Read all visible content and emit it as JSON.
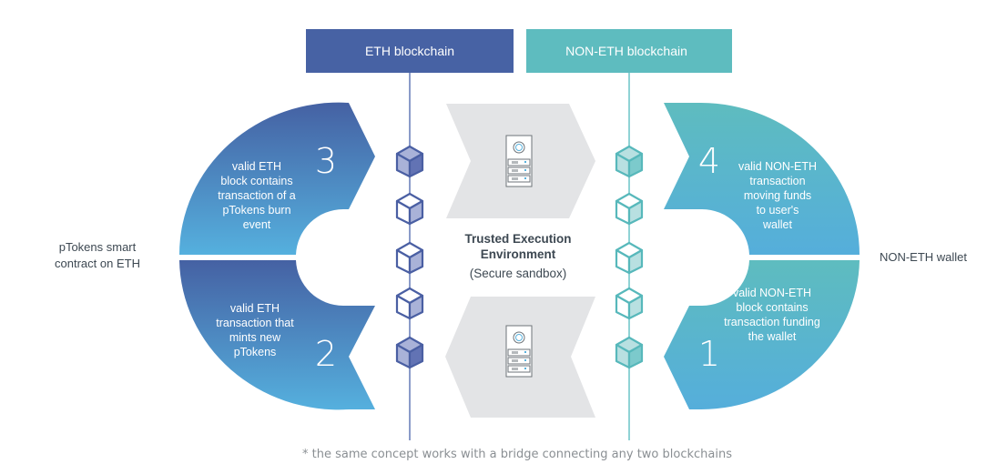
{
  "headers": {
    "eth": {
      "label": "ETH blockchain",
      "color": "#4762a4"
    },
    "non_eth": {
      "label": "NON-ETH blockchain",
      "color": "#5ebcbf"
    }
  },
  "left_label": {
    "lines": [
      "pTokens smart",
      "contract on ETH"
    ]
  },
  "right_label": {
    "lines": [
      "NON-ETH wallet"
    ]
  },
  "steps": [
    {
      "number": "1",
      "side": "right-bottom",
      "lines": [
        "valid NON-ETH",
        "block contains",
        "transaction funding",
        "the wallet"
      ]
    },
    {
      "number": "2",
      "side": "left-bottom",
      "lines": [
        "valid ETH",
        "transaction that",
        "mints new",
        "pTokens"
      ]
    },
    {
      "number": "3",
      "side": "left-top",
      "lines": [
        "valid ETH",
        "block contains",
        "transaction of a",
        "pTokens burn",
        "event"
      ]
    },
    {
      "number": "4",
      "side": "right-top",
      "lines": [
        "valid NON-ETH",
        "transaction",
        "moving funds",
        "to user's",
        "wallet"
      ]
    }
  ],
  "tee": {
    "title_lines": [
      "Trusted Execution",
      "Environment"
    ],
    "subtitle": "(Secure sandbox)",
    "icon": "server-icon"
  },
  "eth_chain_blocks": [
    "filled",
    "outline",
    "outline",
    "outline",
    "filled"
  ],
  "non_eth_chain_blocks": [
    "filled",
    "outline",
    "outline",
    "outline",
    "filled"
  ],
  "colors": {
    "eth_dark": "#4762a4",
    "eth_light": "#55b0de",
    "non_eth_top": "#5ebcbf",
    "non_eth_bottom": "#55b0de",
    "arrow_gray": "#e3e4e6",
    "text_dark": "#3d4852"
  },
  "footnote": "* the same concept works with a bridge connecting any two blockchains"
}
